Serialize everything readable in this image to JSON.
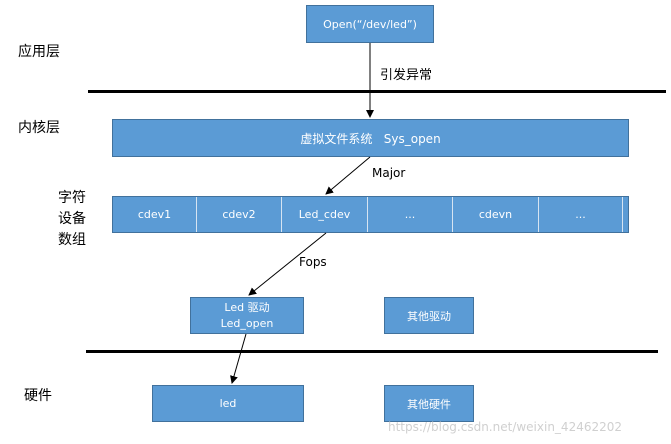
{
  "layers": {
    "app": "应用层",
    "kernel": "内核层",
    "char_array": [
      "字符",
      "设备",
      "数组"
    ],
    "hardware": "硬件"
  },
  "boxes": {
    "open_call": "Open(“/dev/led”)",
    "vfs": "虚拟文件系统   Sys_open",
    "cdev_cells": [
      "cdev1",
      "cdev2",
      "Led_cdev",
      "...",
      "cdevn",
      "..."
    ],
    "led_driver_line1": "Led 驱动",
    "led_driver_line2": "Led_open",
    "other_driver": "其他驱动",
    "led_hw": "led",
    "other_hw": "其他硬件"
  },
  "edges": {
    "trap": "引发异常",
    "major": "Major",
    "fops": "Fops"
  },
  "watermark": "https://blog.csdn.net/weixin_42462202"
}
